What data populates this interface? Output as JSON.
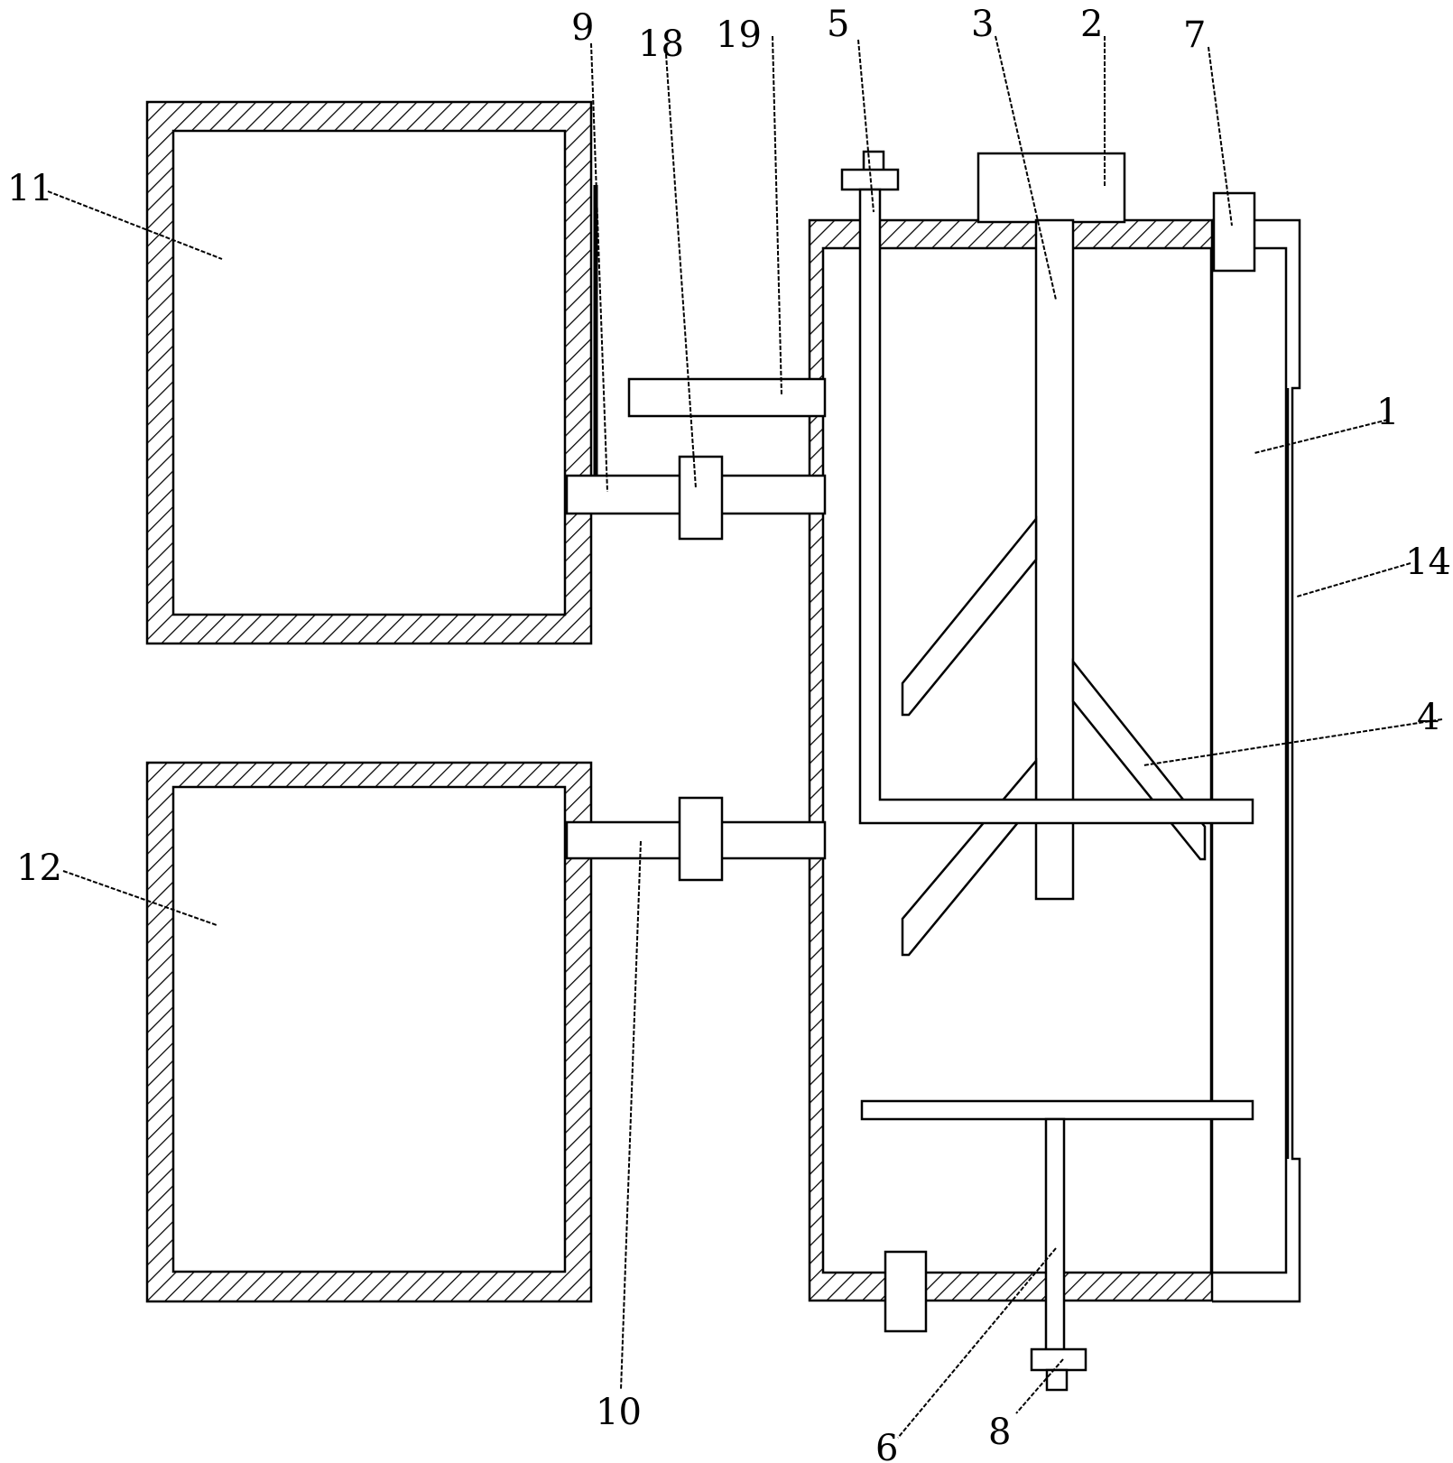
{
  "labels": {
    "l1": "1",
    "l2": "2",
    "l3": "3",
    "l4": "4",
    "l5": "5",
    "l6": "6",
    "l7": "7",
    "l8": "8",
    "l9": "9",
    "l10": "10",
    "l11": "11",
    "l12": "12",
    "l14": "14",
    "l18": "18",
    "l19": "19"
  }
}
